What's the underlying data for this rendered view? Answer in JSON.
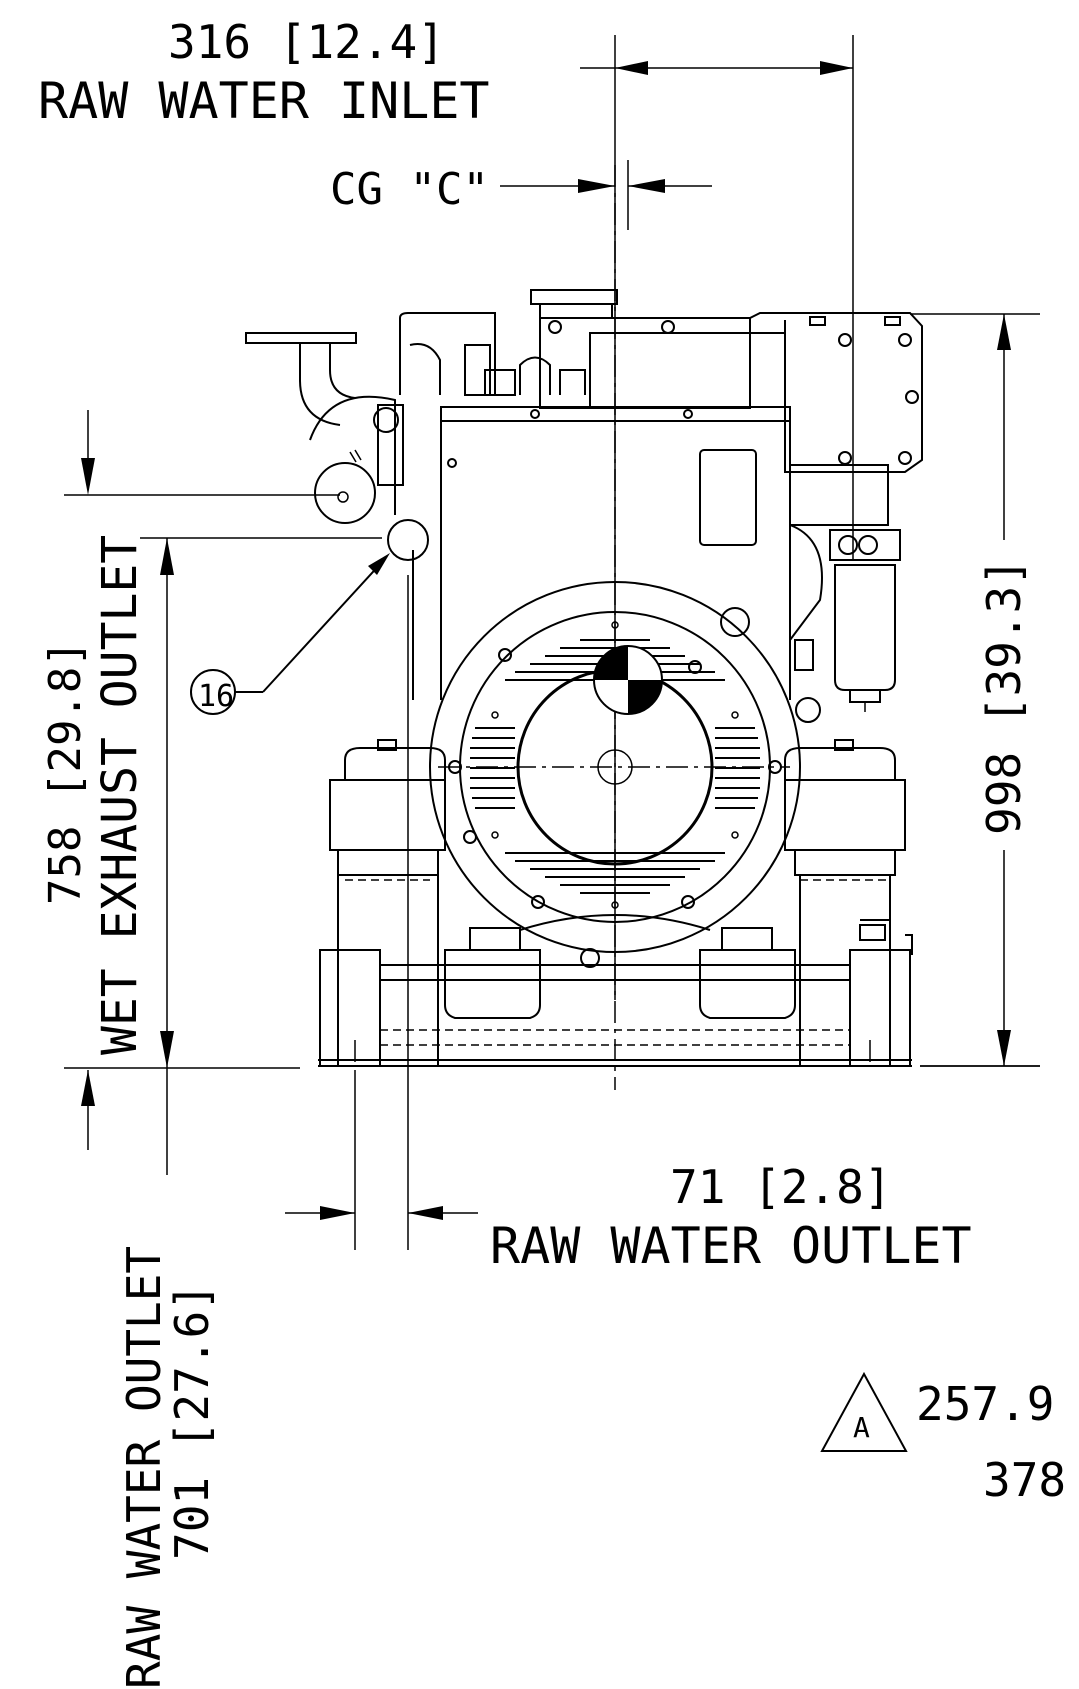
{
  "labels": {
    "inlet_dim": "316 [12.4]",
    "inlet_name": "RAW WATER INLET",
    "cg_label": "CG \"C\"",
    "exhaust_dim": "758 [29.8]",
    "exhaust_name": "WET EXHAUST OUTLET",
    "height_dim": "998 [39.3]",
    "outlet_dim": "71 [2.8]",
    "outlet_name": "RAW WATER OUTLET",
    "outlet_vert_name": "RAW WATER OUTLET",
    "outlet_vert_dim": "701 [27.6]",
    "callout": "16",
    "rev_letter": "A",
    "rev_value": "257.9",
    "rev_value2": "378"
  },
  "icons": [
    "cg-symbol",
    "revision-triangle",
    "callout-circle"
  ]
}
